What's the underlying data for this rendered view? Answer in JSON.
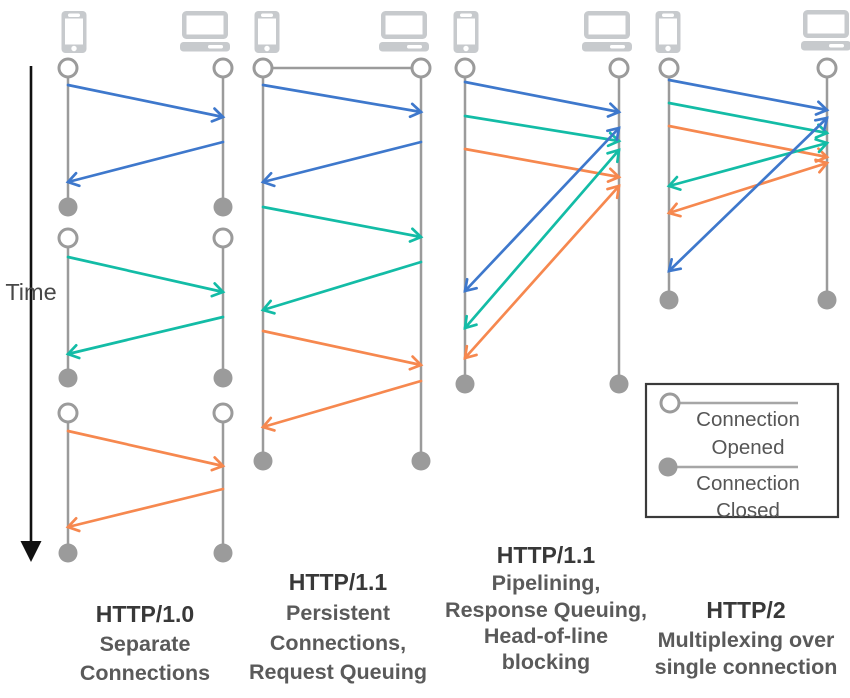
{
  "time_axis": {
    "label": "Time"
  },
  "legend": {
    "opened_line1": "Connection",
    "opened_line2": "Opened",
    "closed_line1": "Connection",
    "closed_line2": "Closed"
  },
  "columns": [
    {
      "title": "HTTP/1.0",
      "subtitle_lines": [
        "Separate",
        "Connections"
      ],
      "connections": 3,
      "sequence": [
        {
          "connection": 1,
          "request": "blue",
          "response": "blue"
        },
        {
          "connection": 2,
          "request": "teal",
          "response": "teal"
        },
        {
          "connection": 3,
          "request": "orange",
          "response": "orange"
        }
      ]
    },
    {
      "title": "HTTP/1.1",
      "subtitle_lines": [
        "Persistent",
        "Connections,",
        "Request Queuing"
      ],
      "connections": 1,
      "sequence": [
        {
          "request": "blue",
          "response": "blue"
        },
        {
          "request": "teal",
          "response": "teal"
        },
        {
          "request": "orange",
          "response": "orange"
        }
      ]
    },
    {
      "title": "HTTP/1.1",
      "subtitle_lines": [
        "Pipelining,",
        "Response Queuing,",
        "Head-of-line",
        "blocking"
      ],
      "connections": 1,
      "sequence": [
        {
          "requests_pipelined": [
            "blue",
            "teal",
            "orange"
          ]
        },
        {
          "responses_in_order": [
            "blue",
            "teal",
            "orange"
          ]
        }
      ]
    },
    {
      "title": "HTTP/2",
      "subtitle_lines": [
        "Multiplexing over",
        "single connection"
      ],
      "connections": 1,
      "sequence": [
        {
          "requests_multiplexed": [
            "blue",
            "teal",
            "orange"
          ]
        },
        {
          "responses_arrival_order": [
            "teal",
            "orange",
            "blue"
          ]
        }
      ]
    }
  ],
  "colors": {
    "blue": "#3E78CC",
    "teal": "#13BCA6",
    "orange": "#F6884F",
    "timeline": "#9B9B9B",
    "device_icon": "#C7CACD",
    "title_text": "#383838",
    "subtitle_text": "#5A5A5A",
    "legend_border": "#3A3A3A",
    "time_text": "#484848"
  }
}
